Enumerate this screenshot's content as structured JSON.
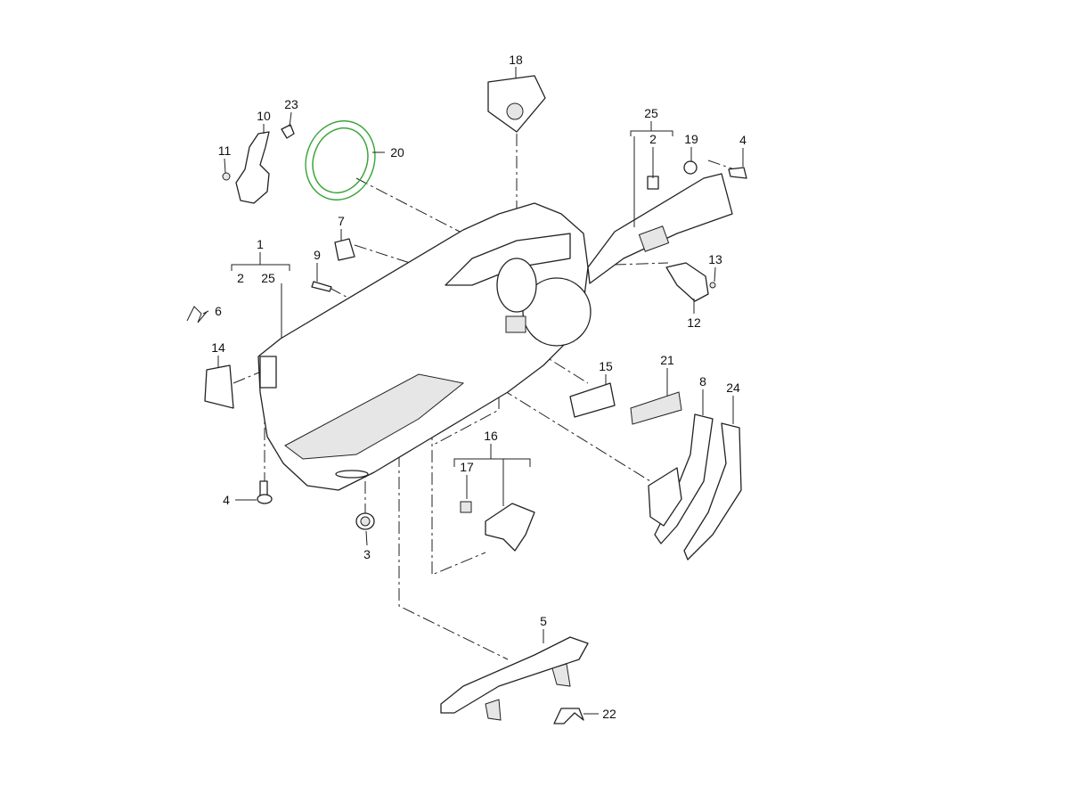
{
  "diagram": {
    "title": "Door trim panel exploded parts view",
    "labels": {
      "p18": "18",
      "p25a": "25",
      "p2a": "2",
      "p19": "19",
      "p4a": "4",
      "p23": "23",
      "p10": "10",
      "p20": "20",
      "p11": "11",
      "p7": "7",
      "p1": "1",
      "p2b": "2",
      "p25b": "25",
      "p9": "9",
      "p13": "13",
      "p6": "6",
      "p12": "12",
      "p14": "14",
      "p15": "15",
      "p21": "21",
      "p8": "8",
      "p24": "24",
      "p16": "16",
      "p17": "17",
      "p4b": "4",
      "p3": "3",
      "p5": "5",
      "p22": "22"
    },
    "highlight_color": "#3aa53a"
  }
}
